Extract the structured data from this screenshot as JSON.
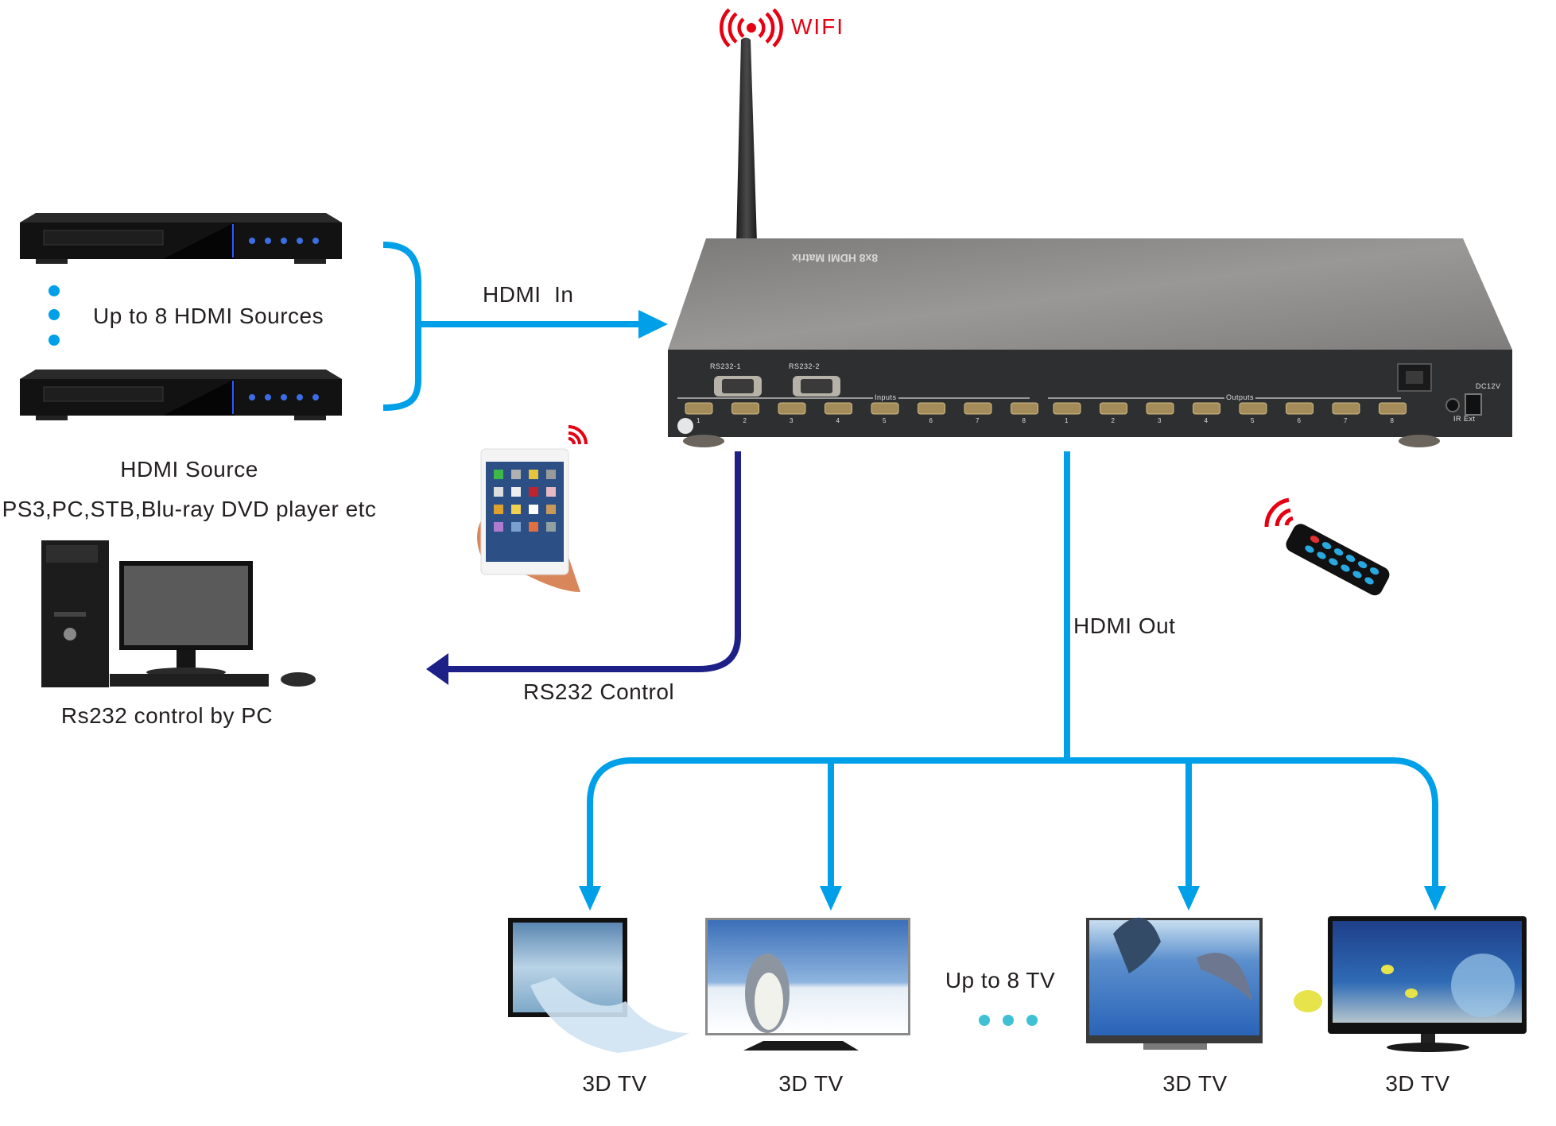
{
  "diagram": {
    "title": "8x8 HDMI Matrix connection diagram",
    "colors": {
      "hdmi_line": "#00a0e9",
      "rs232_line": "#1d2087",
      "wifi_red": "#e60012",
      "text": "#231f20",
      "matrix_top": "#8a8887",
      "matrix_front": "#2e2f31",
      "dot_teal": "#3ec1d3"
    },
    "wifi": {
      "label": "WIFI",
      "icon": "wifi-broadcast-icon"
    },
    "matrix": {
      "top_label": "8x8 HDMI Matrix",
      "rs232_ports": [
        "RS232-1",
        "RS232-2"
      ],
      "inputs_label": "Inputs",
      "outputs_label": "Outputs",
      "input_numbers": [
        "1",
        "2",
        "3",
        "4",
        "5",
        "6",
        "7",
        "8"
      ],
      "output_numbers": [
        "1",
        "2",
        "3",
        "4",
        "5",
        "6",
        "7",
        "8"
      ],
      "ir_label": "IR Ext",
      "power_label": "DC12V"
    },
    "sources": {
      "count_label": "Up to 8 HDMI Sources",
      "caption": "HDMI Source",
      "examples": "PS3,PC,STB,Blu-ray DVD player etc"
    },
    "pc": {
      "caption": "Rs232 control by PC"
    },
    "connections": {
      "hdmi_in": "HDMI  In",
      "hdmi_out": "HDMI Out",
      "rs232": "RS232 Control"
    },
    "tvs": {
      "count_label": "Up to 8 TV",
      "items": [
        {
          "label": "3D TV",
          "scene": "waterfall"
        },
        {
          "label": "3D TV",
          "scene": "penguin"
        },
        {
          "label": "3D TV",
          "scene": "dolphins"
        },
        {
          "label": "3D TV",
          "scene": "fish"
        }
      ]
    }
  }
}
